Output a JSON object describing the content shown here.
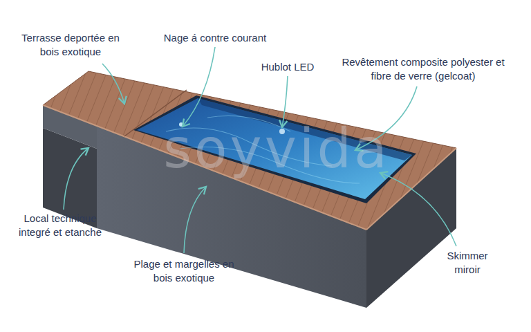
{
  "diagram": {
    "labels": [
      "Terrasse deportée en bois exotique",
      "Nage á contre courant",
      "Hublot LED",
      "Revêtement composite polyester et fibre de verre (gelcoat)",
      "Local technique integré et etanche",
      "Plage et margelles en bois exotique",
      "Skimmer miroir",
      "soyvida"
    ]
  }
}
